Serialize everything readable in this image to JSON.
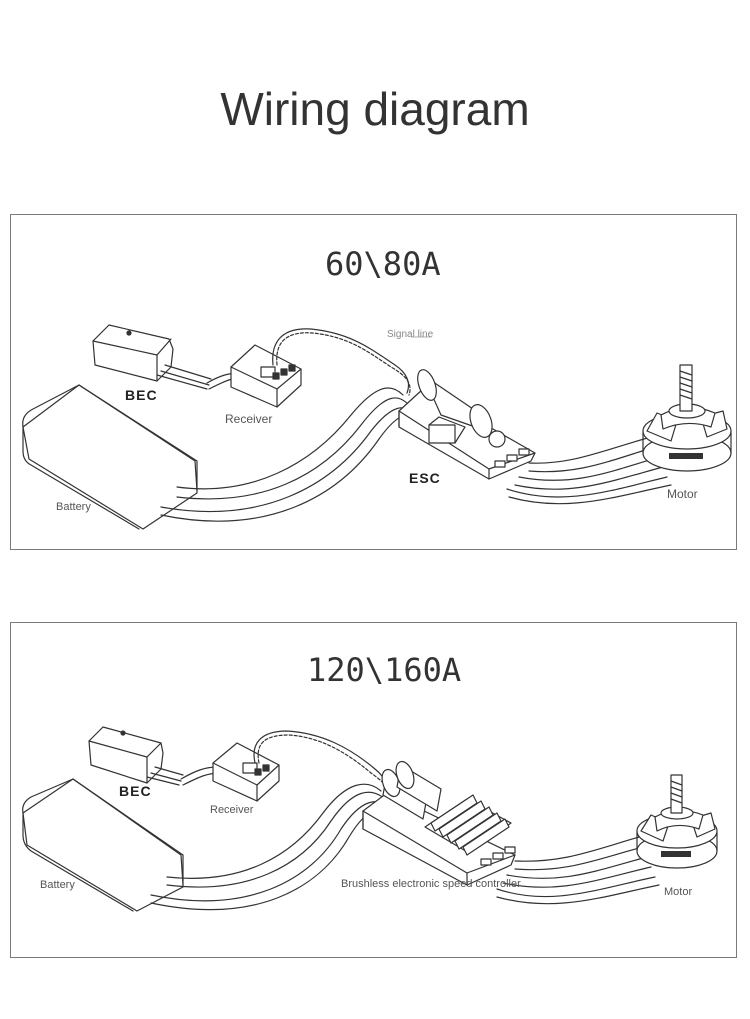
{
  "title": "Wiring diagram",
  "panels": [
    {
      "heading": "60\\80A",
      "labels": {
        "bec": "BEC",
        "receiver": "Receiver",
        "signal": "Signal line",
        "battery": "Battery",
        "esc": "ESC",
        "motor": "Motor"
      }
    },
    {
      "heading": "120\\160A",
      "labels": {
        "bec": "BEC",
        "receiver": "Receiver",
        "battery": "Battery",
        "esc": "Brushless electronic speed controller",
        "motor": "Motor"
      }
    }
  ]
}
